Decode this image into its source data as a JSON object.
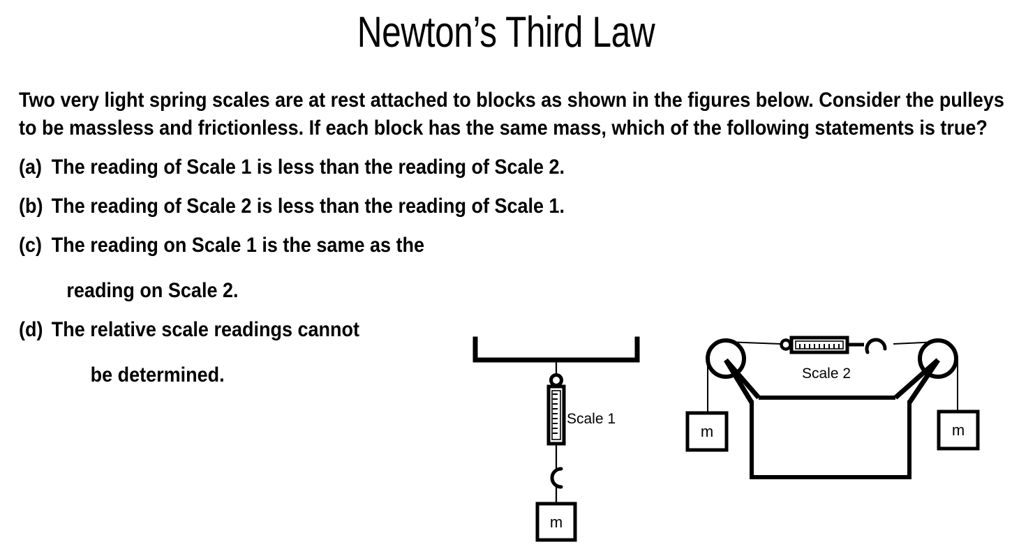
{
  "slide": {
    "title": "Newton’s Third Law"
  },
  "intro": {
    "paragraph": "Two very light spring scales are at rest attached to blocks as shown in the figures below. Consider the pulleys to be massless and frictionless. If each block has the same mass, which of the following statements is true?"
  },
  "choices": [
    {
      "marker": "(a)",
      "text": "The reading of Scale 1 is less than the reading of Scale 2.",
      "continuation": ""
    },
    {
      "marker": "(b)",
      "text": "The reading of Scale 2 is less than the reading of Scale 1.",
      "continuation": ""
    },
    {
      "marker": "(c)",
      "text": "The reading on Scale 1 is the same as the",
      "continuation": "reading on Scale 2."
    },
    {
      "marker": "(d)",
      "text": "The relative scale readings cannot",
      "continuation": "be determined."
    }
  ],
  "figures": {
    "left": {
      "name": "hanging-scale-figure",
      "scale_label": "Scale 1",
      "mass_label": "m",
      "parts": [
        "ceiling-bracket",
        "support-string",
        "scale-ring",
        "spring-scale-vertical",
        "lower-string",
        "hook",
        "mass-block"
      ],
      "tick_count": 9
    },
    "right": {
      "name": "two-pulley-figure",
      "scale_label": "Scale 2",
      "mass_labels": [
        "m",
        "m"
      ],
      "parts": [
        "table-stand",
        "left-pulley",
        "right-pulley",
        "left-strut",
        "right-strut",
        "scale-ring",
        "spring-scale-horizontal",
        "hook",
        "left-string",
        "right-string",
        "left-mass-block",
        "right-mass-block"
      ],
      "tick_count": 9
    }
  },
  "colors": {
    "ink": "#000000",
    "background": "#ffffff"
  }
}
